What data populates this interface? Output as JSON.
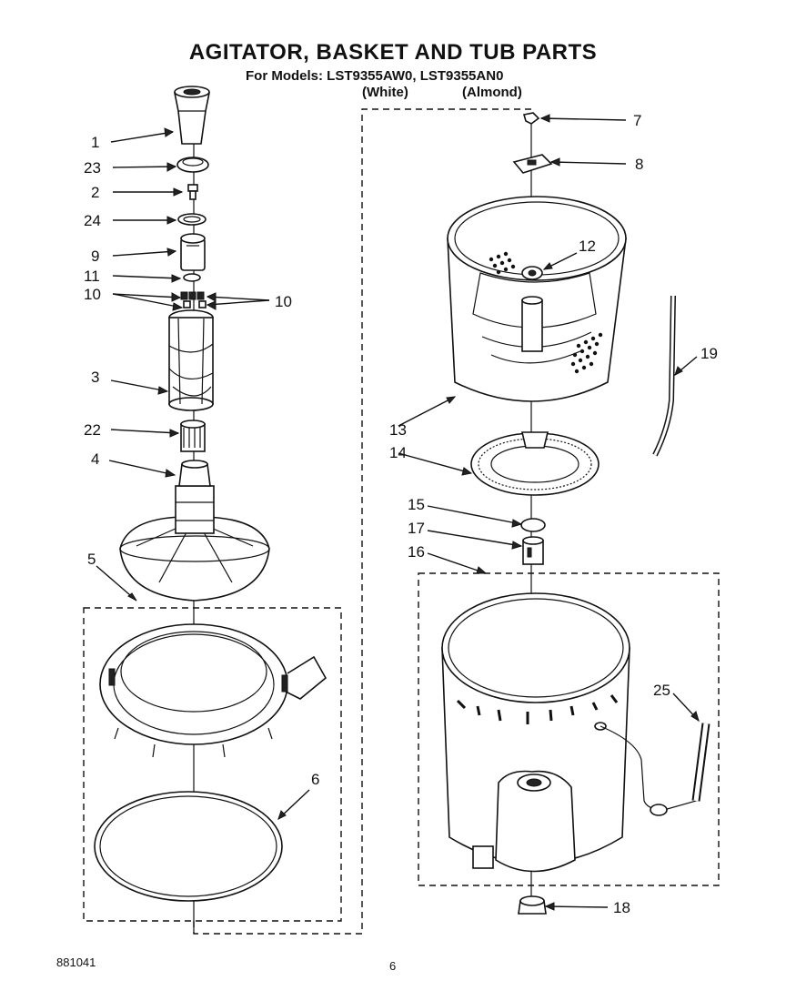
{
  "header": {
    "title": "AGITATOR, BASKET AND TUB PARTS",
    "models_line": "For Models: LST9355AW0, LST9355AN0",
    "variant_white": "(White)",
    "variant_almond": "(Almond)"
  },
  "callouts": {
    "p1": "1",
    "p23": "23",
    "p2": "2",
    "p24": "24",
    "p9": "9",
    "p11": "11",
    "p10a": "10",
    "p10b": "10",
    "p3": "3",
    "p22": "22",
    "p4": "4",
    "p5": "5",
    "p6": "6",
    "p7": "7",
    "p8": "8",
    "p12": "12",
    "p19": "19",
    "p13": "13",
    "p14": "14",
    "p15": "15",
    "p17": "17",
    "p16": "16",
    "p25": "25",
    "p18": "18"
  },
  "footer": {
    "doc_number": "881041",
    "page_number": "6"
  }
}
